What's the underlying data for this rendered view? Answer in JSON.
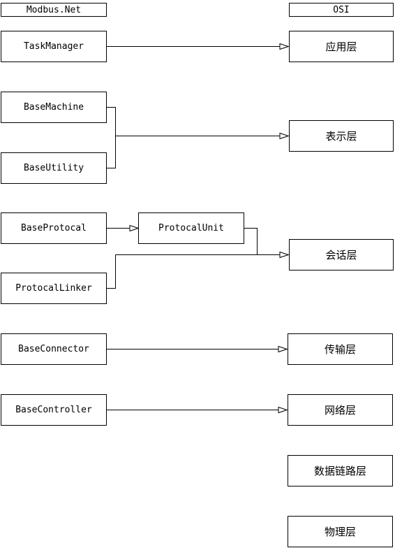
{
  "headers": {
    "left": "Modbus.Net",
    "right": "OSI"
  },
  "modbus": {
    "task_manager": "TaskManager",
    "base_machine": "BaseMachine",
    "base_utility": "BaseUtility",
    "base_protocal": "BaseProtocal",
    "protocal_unit": "ProtocalUnit",
    "protocal_linker": "ProtocalLinker",
    "base_connector": "BaseConnector",
    "base_controller": "BaseController"
  },
  "osi": {
    "application": "应用层",
    "presentation": "表示层",
    "session": "会话层",
    "transport": "传输层",
    "network": "网络层",
    "data_link": "数据链路层",
    "physical": "物理层"
  },
  "colors": {
    "line": "#000000",
    "background": "#ffffff"
  }
}
